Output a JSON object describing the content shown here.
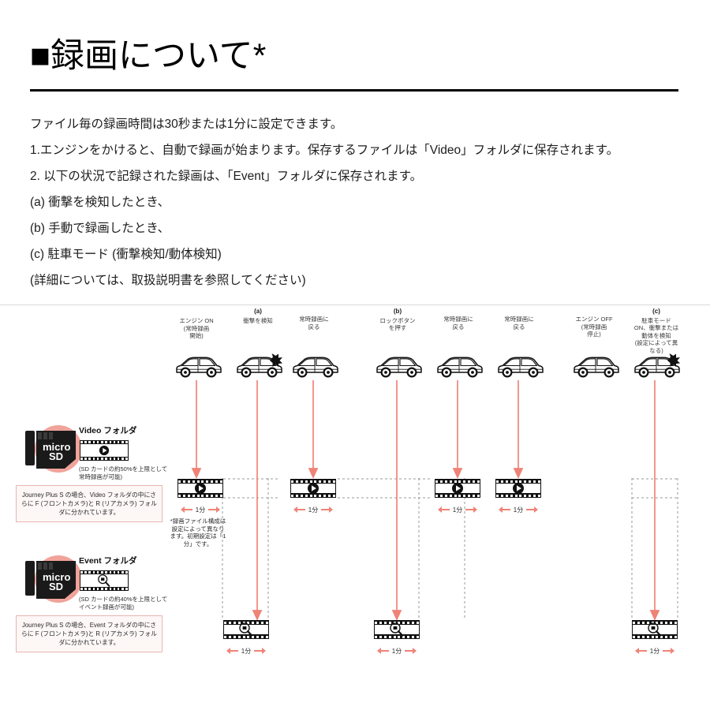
{
  "header": {
    "marker": "■",
    "title": "録画について*",
    "title_full": "■録画について*"
  },
  "body": {
    "paragraphs": [
      "ファイル毎の録画時間は30秒または1分に設定できます。",
      "1.エンジンをかけると、自動で録画が始まります。保存するファイルは「Video」フォルダに保存されます。",
      "2. 以下の状況で記録された録画は、「Event」フォルダに保存されます。",
      "(a) 衝撃を検知したとき、",
      "(b) 手動で録画したとき、",
      "(c) 駐車モード (衝撃検知/動体検知)",
      "(詳細については、取扱説明書を参照してください)"
    ]
  },
  "diagram": {
    "events": [
      {
        "tag": "",
        "lines": [
          "エンジン ON",
          "(常時録画",
          "開始)"
        ]
      },
      {
        "tag": "(a)",
        "lines": [
          "衝撃を検知"
        ]
      },
      {
        "tag": "",
        "lines": [
          "常時録画に",
          "戻る"
        ]
      },
      {
        "tag": "(b)",
        "lines": [
          "ロックボタン",
          "を押す"
        ]
      },
      {
        "tag": "",
        "lines": [
          "常時録画に",
          "戻る"
        ]
      },
      {
        "tag": "",
        "lines": [
          "常時録画に",
          "戻る"
        ]
      },
      {
        "tag": "",
        "lines": [
          "エンジン OFF",
          "(常時録画",
          "停止)"
        ]
      },
      {
        "tag": "(c)",
        "lines": [
          "駐車モード",
          "ON、衝撃または",
          "動体を検知",
          "(設定によって異",
          "なる)"
        ]
      }
    ],
    "footnote": "*録画ファイル構成は設定によって異なります。初期設定は「1分」です。",
    "minute_label": "1分",
    "video_clip_count": 4,
    "event_clip_count": 3,
    "colors": {
      "accent_red": "#ef8377",
      "sd_circle": "#f0a39a",
      "note_border": "#e6b7b2",
      "note_fill": "#fdf7f6",
      "ink": "#111111"
    }
  },
  "storage": {
    "video": {
      "card_label_top": "micro",
      "card_label_bottom": "SD",
      "folder_title": "Video フォルダ",
      "caption": "(SD カードの約50%を上限として常時録画が可能)",
      "note": "Journey Plus S の場合、Video フォルダの中にさらに F (フロントカメラ)と R (リアカメラ) フォルダに分かれています。",
      "icon": "play-icon"
    },
    "event": {
      "card_label_top": "micro",
      "card_label_bottom": "SD",
      "folder_title": "Event フォルダ",
      "caption": "(SD カードの約40%を上限としてイベント録画が可能)",
      "note": "Journey Plus S の場合、Event フォルダの中にさらに F (フロントカメラ)と R (リアカメラ) フォルダに分かれています。",
      "icon": "magnifier-icon"
    }
  }
}
